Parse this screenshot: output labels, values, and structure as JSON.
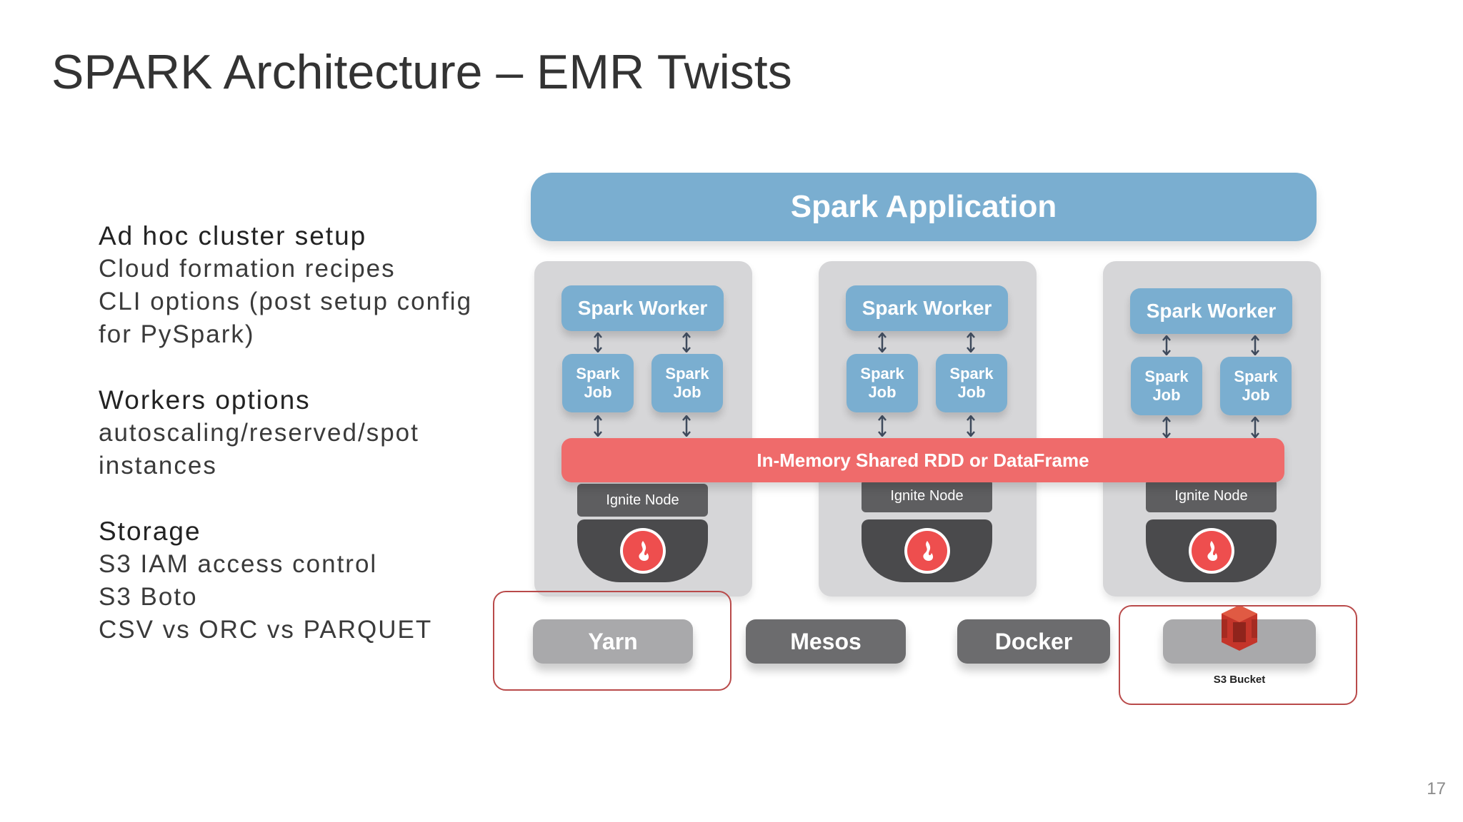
{
  "slide": {
    "title": "SPARK Architecture – EMR Twists",
    "page_number": "17"
  },
  "sections": [
    {
      "heading": "Ad hoc cluster setup",
      "lines": [
        "Cloud formation recipes",
        "CLI options (post setup config",
        "for PySpark)"
      ]
    },
    {
      "heading": "Workers options",
      "lines": [
        "autoscaling/reserved/spot",
        "instances"
      ]
    },
    {
      "heading": "Storage",
      "lines": [
        "S3 IAM access control",
        "S3 Boto",
        "CSV vs ORC vs PARQUET"
      ]
    }
  ],
  "diagram": {
    "application_label": "Spark Application",
    "workers": [
      {
        "worker_label": "Spark Worker",
        "job_labels": [
          [
            "Spark",
            "Job"
          ],
          [
            "Spark",
            "Job"
          ]
        ],
        "node_label": "Ignite Node"
      },
      {
        "worker_label": "Spark Worker",
        "job_labels": [
          [
            "Spark",
            "Job"
          ],
          [
            "Spark",
            "Job"
          ]
        ],
        "node_label": "Ignite Node"
      },
      {
        "worker_label": "Spark Worker",
        "job_labels": [
          [
            "Spark",
            "Job"
          ],
          [
            "Spark",
            "Job"
          ]
        ],
        "node_label": "Ignite Node"
      }
    ],
    "shared_memory_label": "In-Memory Shared RDD or DataFrame",
    "infrastructure": [
      {
        "label": "Yarn",
        "color": "#a9a9ab",
        "highlighted": true
      },
      {
        "label": "Mesos",
        "color": "#6c6c6e",
        "highlighted": false
      },
      {
        "label": "Docker",
        "color": "#6c6c6e",
        "highlighted": false
      }
    ],
    "storage": {
      "label": "S3 Bucket",
      "icon": "s3-bucket-icon",
      "highlighted": true
    },
    "colors": {
      "spark_blue": "#7aaed0",
      "rdd_red": "#ef6b6b",
      "panel_gray": "#d6d6d8",
      "highlight_red": "#b94a4a"
    }
  }
}
